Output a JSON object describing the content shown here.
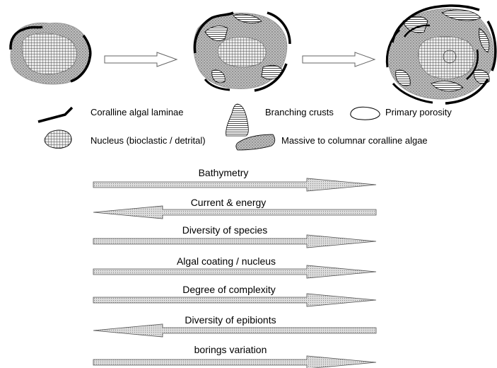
{
  "legend": {
    "laminae": "Coralline algal laminae",
    "branching": "Branching crusts",
    "porosity": "Primary porosity",
    "nucleus": "Nucleus (bioclastic / detrital)",
    "massive": "Massive to columnar coralline algae"
  },
  "gradients": [
    {
      "label": "Bathymetry",
      "direction": "right"
    },
    {
      "label": "Current & energy",
      "direction": "left"
    },
    {
      "label": "Diversity of species",
      "direction": "right"
    },
    {
      "label": "Algal coating / nucleus",
      "direction": "right"
    },
    {
      "label": "Degree of complexity",
      "direction": "right"
    },
    {
      "label": "Diversity of epibionts",
      "direction": "left"
    },
    {
      "label": "borings variation",
      "direction": "right"
    }
  ],
  "colors": {
    "dot_fill": "#c8c8c8",
    "grid_fill": "#e6e6e6",
    "arrow_fill": "#d9d9d9",
    "stroke": "#000000"
  }
}
